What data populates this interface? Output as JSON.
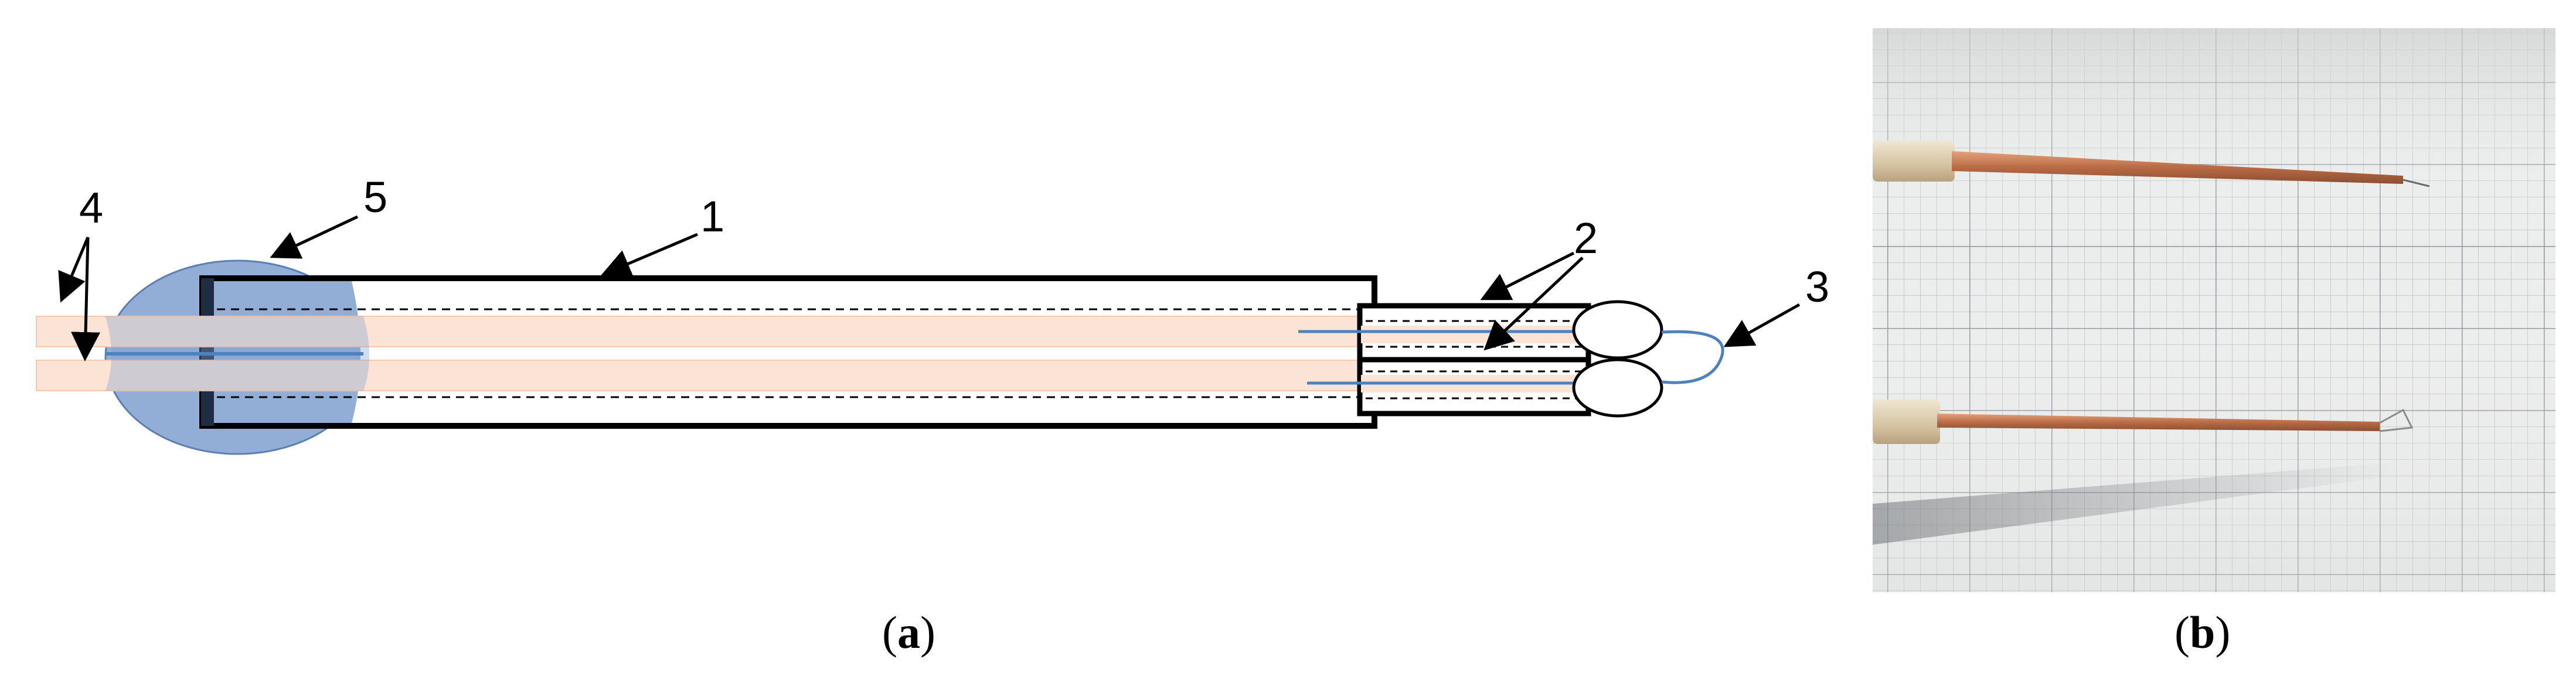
{
  "figure": {
    "callouts": [
      {
        "id": "1",
        "label": "1"
      },
      {
        "id": "2",
        "label": "2"
      },
      {
        "id": "3",
        "label": "3"
      },
      {
        "id": "4",
        "label": "4"
      },
      {
        "id": "5",
        "label": "5"
      }
    ],
    "panel_a": {
      "open": "(",
      "letter": "a",
      "close": ")"
    },
    "panel_b": {
      "open": "(",
      "letter": "b",
      "close": ")"
    }
  },
  "colors": {
    "epoxy": "#7f9fcf",
    "conductor": "#fbe3d6",
    "wire": "#4f81bd",
    "photo_bg": "#e9eaea",
    "copper": "#c9805a",
    "holder": "#d8c7a8"
  }
}
